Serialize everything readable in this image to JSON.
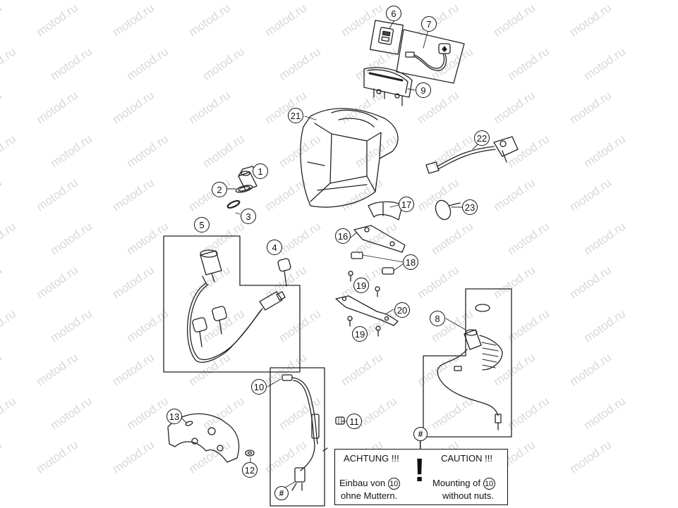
{
  "watermark": "motod.ru",
  "callouts": [
    {
      "id": "c1",
      "label": "1"
    },
    {
      "id": "c2",
      "label": "2"
    },
    {
      "id": "c3",
      "label": "3"
    },
    {
      "id": "c4",
      "label": "4"
    },
    {
      "id": "c5",
      "label": "5"
    },
    {
      "id": "c6",
      "label": "6"
    },
    {
      "id": "c7",
      "label": "7"
    },
    {
      "id": "c8",
      "label": "8"
    },
    {
      "id": "c9",
      "label": "9"
    },
    {
      "id": "c10",
      "label": "10"
    },
    {
      "id": "c11",
      "label": "11"
    },
    {
      "id": "c12",
      "label": "12"
    },
    {
      "id": "c13",
      "label": "13"
    },
    {
      "id": "c16",
      "label": "16"
    },
    {
      "id": "c17",
      "label": "17"
    },
    {
      "id": "c18",
      "label": "18"
    },
    {
      "id": "c19a",
      "label": "19"
    },
    {
      "id": "c19b",
      "label": "19"
    },
    {
      "id": "c20",
      "label": "20"
    },
    {
      "id": "c21",
      "label": "21"
    },
    {
      "id": "c22",
      "label": "22"
    },
    {
      "id": "c23",
      "label": "23"
    }
  ],
  "hash_mark": "#",
  "caution": {
    "de_title": "ACHTUNG !!!",
    "en_title": "CAUTION !!!",
    "exclamation": "!",
    "de_line1": "Einbau von",
    "de_ref": "10",
    "de_line2": "ohne Muttern.",
    "en_line1": "Mounting of",
    "en_ref": "10",
    "en_line2": "without nuts."
  }
}
